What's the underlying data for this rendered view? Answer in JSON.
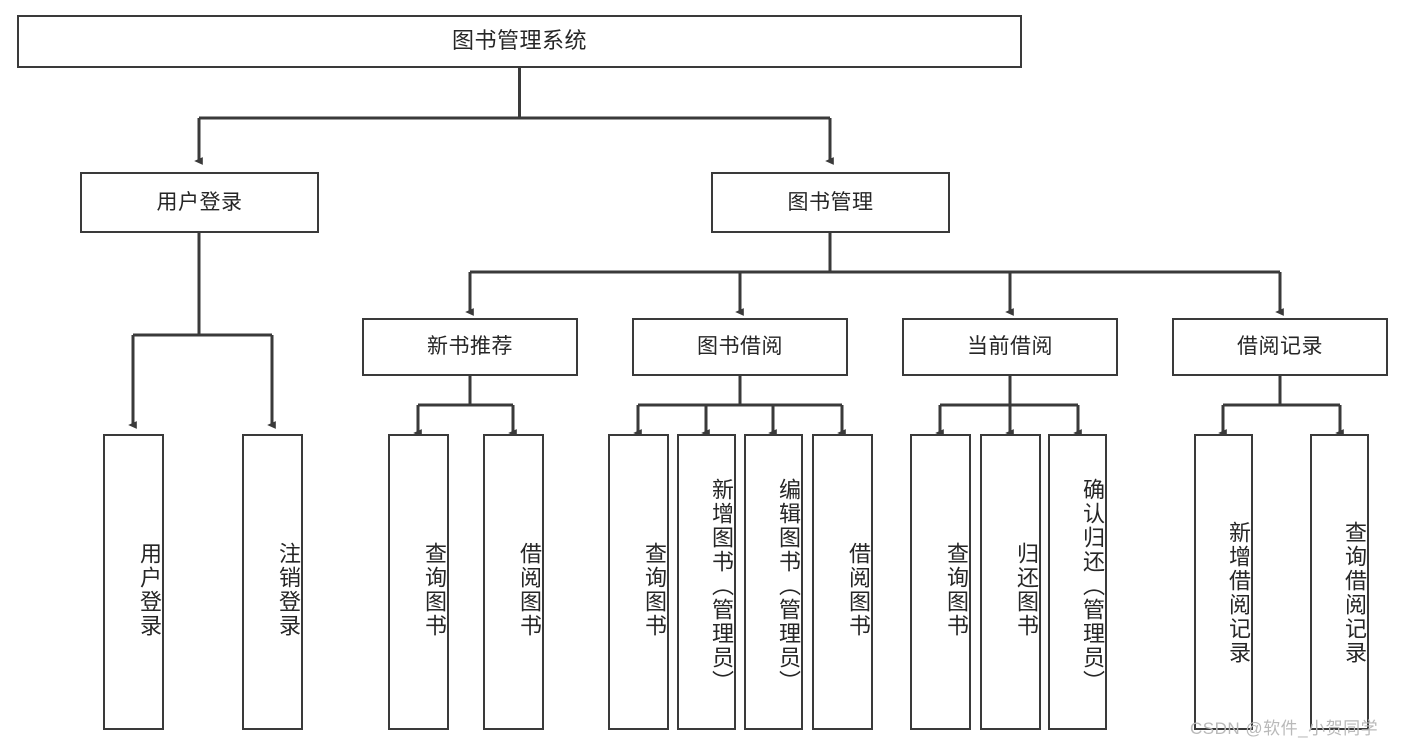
{
  "diagram": {
    "type": "tree-hierarchy-chart",
    "title": "图书管理系统",
    "watermark": "CSDN @软件_小贺同学",
    "colors": {
      "box_border": "#3a3a3a",
      "box_fill": "#ffffff",
      "edge": "#3a3a3a",
      "text": "#262626",
      "watermark": "#b9b9b9",
      "background": "#ffffff"
    },
    "levels": {
      "level1": [
        {
          "id": "root",
          "label": "图书管理系统",
          "orientation": "horizontal"
        }
      ],
      "level2": [
        {
          "id": "user-login",
          "label": "用户登录",
          "orientation": "horizontal"
        },
        {
          "id": "book-manage",
          "label": "图书管理",
          "orientation": "horizontal"
        }
      ],
      "level3": [
        {
          "id": "new-book-recommend",
          "label": "新书推荐",
          "orientation": "horizontal",
          "parent": "book-manage"
        },
        {
          "id": "book-borrow",
          "label": "图书借阅",
          "orientation": "horizontal",
          "parent": "book-manage"
        },
        {
          "id": "current-borrow",
          "label": "当前借阅",
          "orientation": "horizontal",
          "parent": "book-manage"
        },
        {
          "id": "borrow-record",
          "label": "借阅记录",
          "orientation": "horizontal",
          "parent": "book-manage"
        }
      ],
      "level4": [
        {
          "id": "leaf-user-login",
          "label": "用户登录",
          "orientation": "vertical",
          "parent": "user-login"
        },
        {
          "id": "leaf-logout-login",
          "label": "注销登录",
          "orientation": "vertical",
          "parent": "user-login"
        },
        {
          "id": "leaf-query-book-1",
          "label": "查询图书",
          "orientation": "vertical",
          "parent": "new-book-recommend"
        },
        {
          "id": "leaf-borrow-book-1",
          "label": "借阅图书",
          "orientation": "vertical",
          "parent": "new-book-recommend"
        },
        {
          "id": "leaf-query-book-2",
          "label": "查询图书",
          "orientation": "vertical",
          "parent": "book-borrow"
        },
        {
          "id": "leaf-add-book",
          "label": "新增图书（管理员）",
          "orientation": "vertical",
          "parent": "book-borrow"
        },
        {
          "id": "leaf-edit-book",
          "label": "编辑图书（管理员）",
          "orientation": "vertical",
          "parent": "book-borrow"
        },
        {
          "id": "leaf-borrow-book-2",
          "label": "借阅图书",
          "orientation": "vertical",
          "parent": "book-borrow"
        },
        {
          "id": "leaf-query-book-3",
          "label": "查询图书",
          "orientation": "vertical",
          "parent": "current-borrow"
        },
        {
          "id": "leaf-return-book",
          "label": "归还图书",
          "orientation": "vertical",
          "parent": "current-borrow"
        },
        {
          "id": "leaf-confirm-return",
          "label": "确认归还（管理员）",
          "orientation": "vertical",
          "parent": "current-borrow"
        },
        {
          "id": "leaf-add-record",
          "label": "新增借阅记录",
          "orientation": "vertical",
          "parent": "borrow-record"
        },
        {
          "id": "leaf-query-record",
          "label": "查询借阅记录",
          "orientation": "vertical",
          "parent": "borrow-record"
        }
      ]
    }
  }
}
